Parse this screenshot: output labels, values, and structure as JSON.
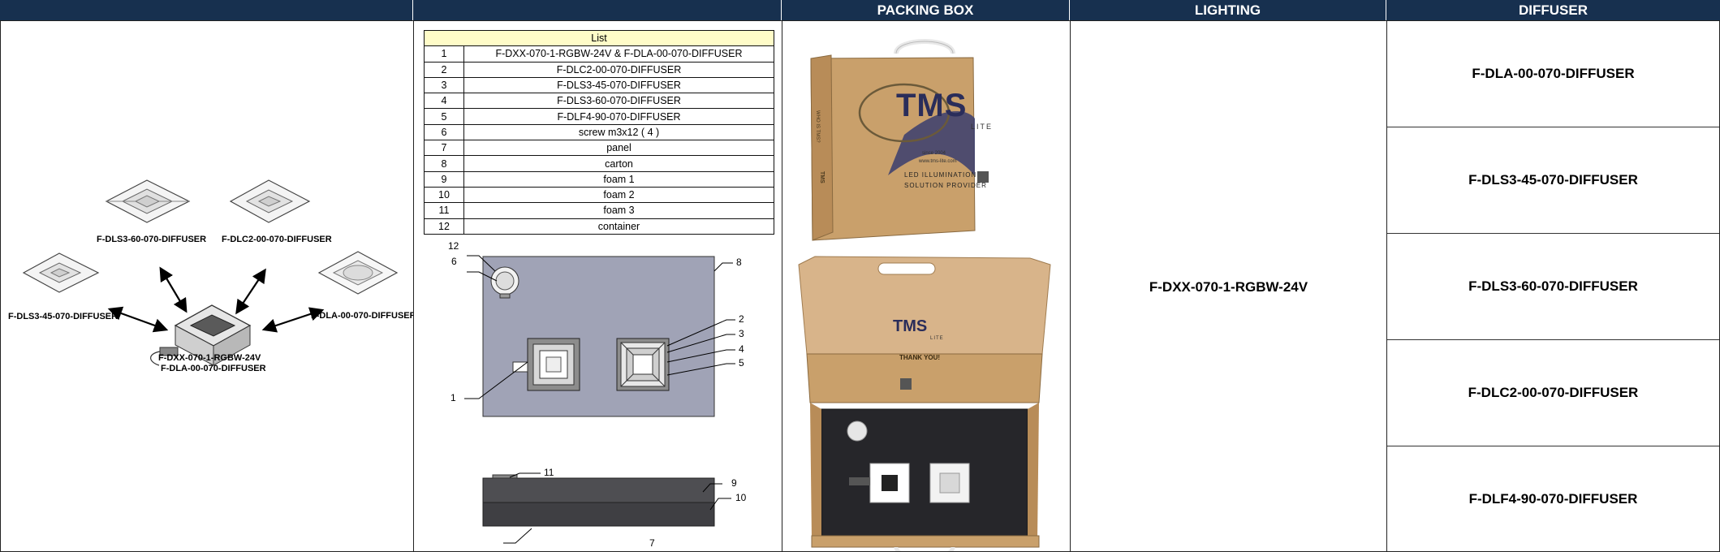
{
  "headers": {
    "col1": "",
    "col2": "",
    "packing_box": "PACKING BOX",
    "lighting": "LIGHTING",
    "diffuser": "DIFFUSER"
  },
  "assembly": {
    "labels": {
      "dls3_60": "F-DLS3-60-070-DIFFUSER",
      "dlc2_00": "F-DLC2-00-070-DIFFUSER",
      "dls3_45": "F-DLS3-45-070-DIFFUSER",
      "dla_00": "F-DLA-00-070-DIFFUSER",
      "main_line1": "F-DXX-070-1-RGBW-24V",
      "main_line2": "F-DLA-00-070-DIFFUSER"
    }
  },
  "parts_list": {
    "title": "List",
    "rows": [
      {
        "no": "1",
        "name": "F-DXX-070-1-RGBW-24V & F-DLA-00-070-DIFFUSER"
      },
      {
        "no": "2",
        "name": "F-DLC2-00-070-DIFFUSER"
      },
      {
        "no": "3",
        "name": "F-DLS3-45-070-DIFFUSER"
      },
      {
        "no": "4",
        "name": "F-DLS3-60-070-DIFFUSER"
      },
      {
        "no": "5",
        "name": "F-DLF4-90-070-DIFFUSER"
      },
      {
        "no": "6",
        "name": "screw m3x12 ( 4 )"
      },
      {
        "no": "7",
        "name": "panel"
      },
      {
        "no": "8",
        "name": "carton"
      },
      {
        "no": "9",
        "name": "foam 1"
      },
      {
        "no": "10",
        "name": "foam 2"
      },
      {
        "no": "11",
        "name": "foam 3"
      },
      {
        "no": "12",
        "name": "container"
      }
    ]
  },
  "callouts": {
    "c1": "1",
    "c2": "2",
    "c3": "3",
    "c4": "4",
    "c5": "5",
    "c6": "6",
    "c7": "7",
    "c8": "8",
    "c9": "9",
    "c10": "10",
    "c11": "11",
    "c12": "12"
  },
  "box": {
    "brand": "TMS",
    "brand_sub": "LITE",
    "since": "since 2004",
    "web": "www.tms-lite.com",
    "slogan_line1": "LED ILLUMINATION",
    "slogan_line2": "SOLUTION PROVIDER",
    "thanks": "THANK YOU!",
    "side_brand": "TMS",
    "side_text": "WHO IS TMS?"
  },
  "lighting": {
    "name": "F-DXX-070-1-RGBW-24V"
  },
  "diffusers": [
    "F-DLA-00-070-DIFFUSER",
    "F-DLS3-45-070-DIFFUSER",
    "F-DLS3-60-070-DIFFUSER",
    "F-DLC2-00-070-DIFFUSER",
    "F-DLF4-90-070-DIFFUSER"
  ],
  "colors": {
    "header_bg": "#17304f",
    "list_header_bg": "#fffcc8",
    "carton": "#c9a06b",
    "foam": "#4a4a4f",
    "panel_gray": "#a0a3b6"
  }
}
